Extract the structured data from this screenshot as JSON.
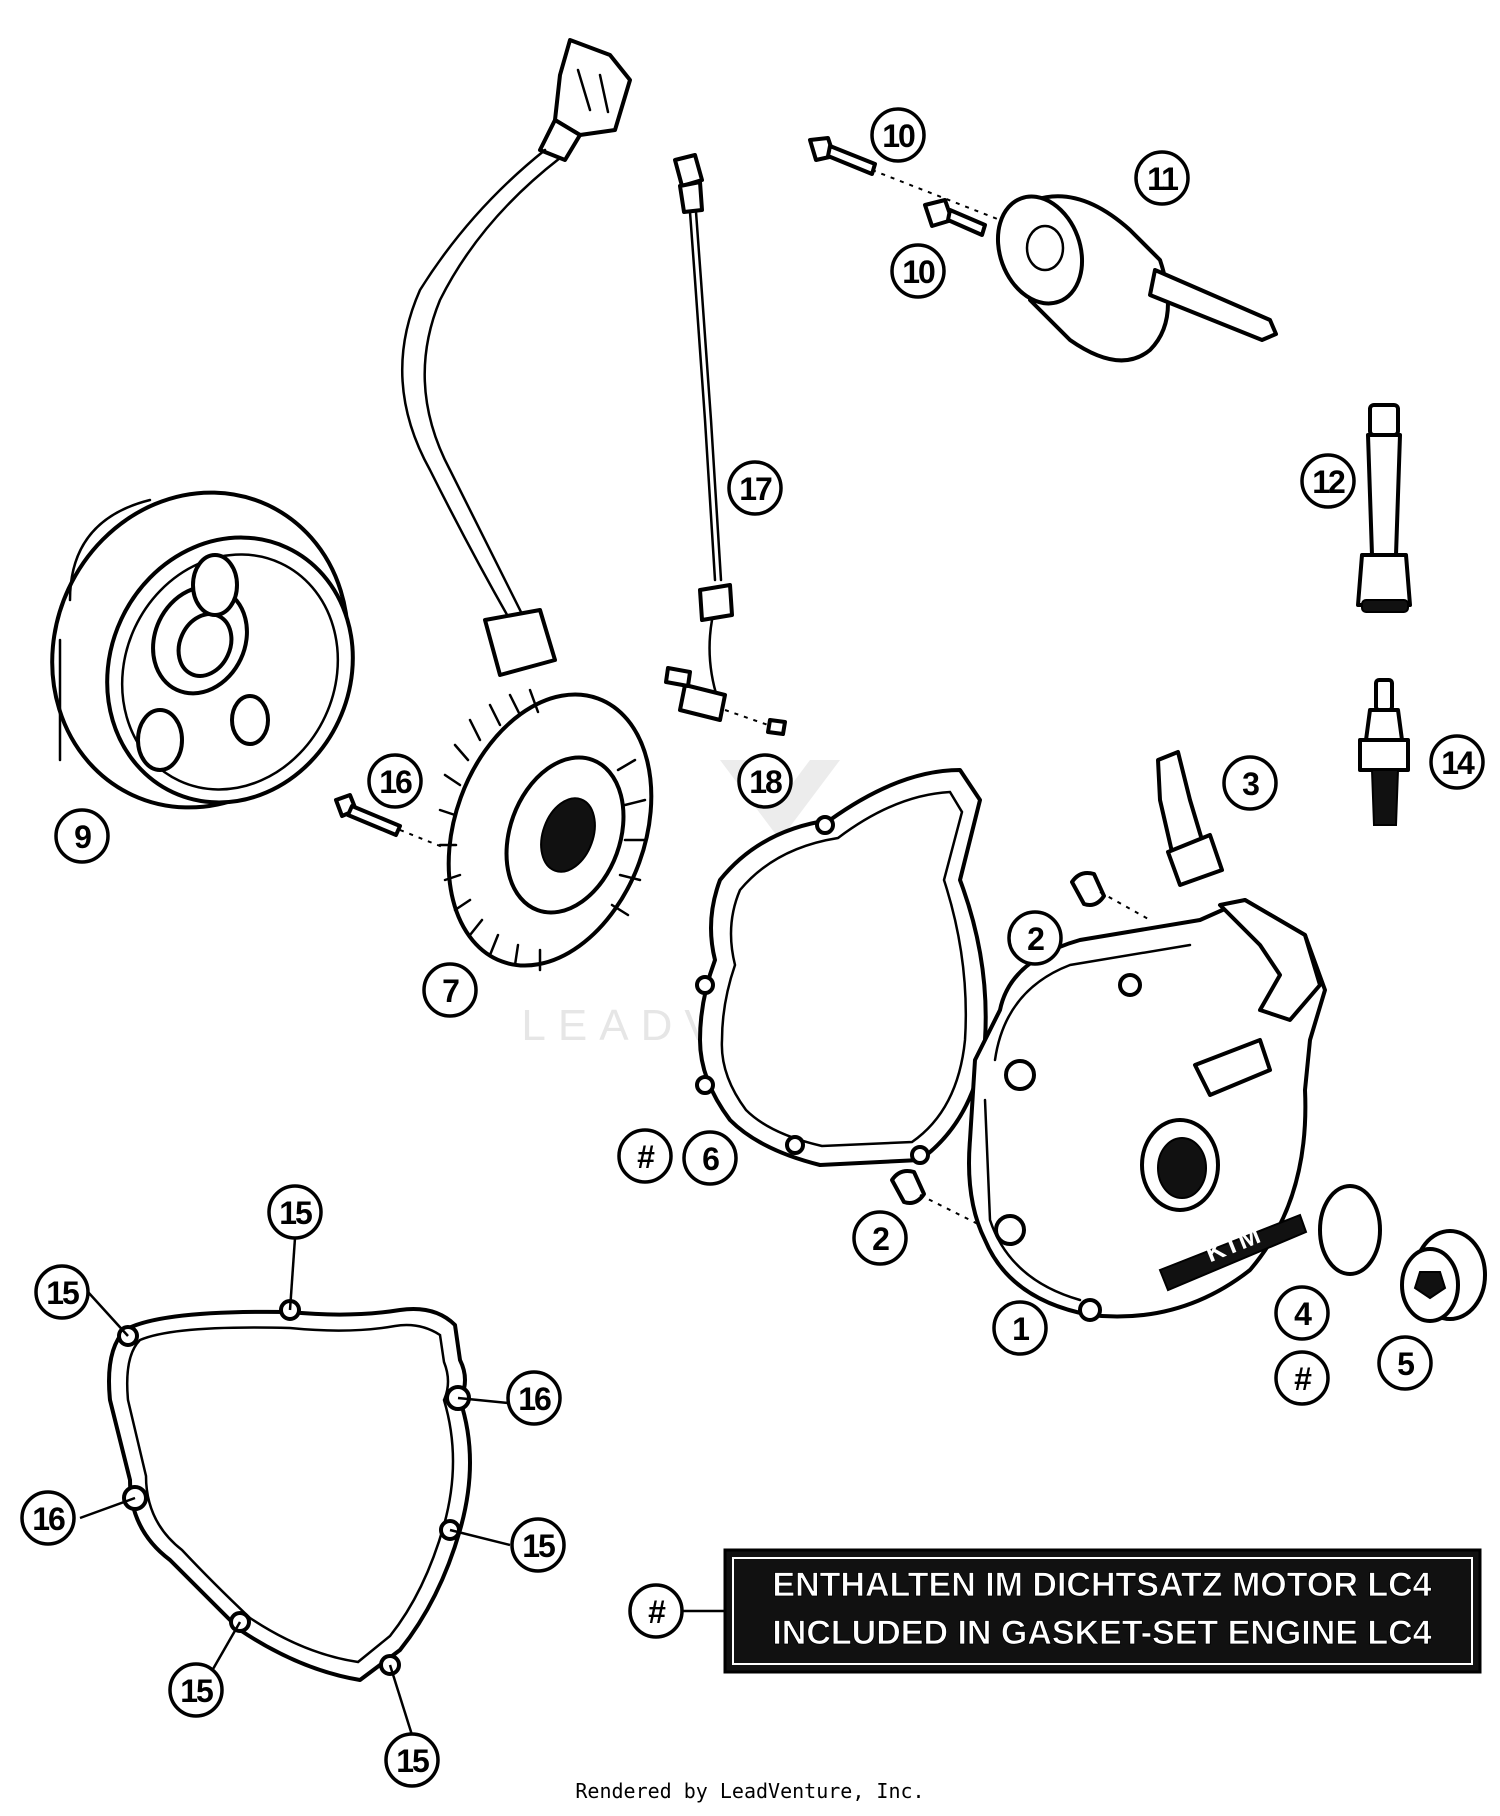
{
  "callouts": [
    {
      "label": "1"
    },
    {
      "label": "2"
    },
    {
      "label": "2"
    },
    {
      "label": "3"
    },
    {
      "label": "4"
    },
    {
      "label": "#"
    },
    {
      "label": "5"
    },
    {
      "label": "#"
    },
    {
      "label": "6"
    },
    {
      "label": "7"
    },
    {
      "label": "9"
    },
    {
      "label": "10"
    },
    {
      "label": "10"
    },
    {
      "label": "11"
    },
    {
      "label": "12"
    },
    {
      "label": "14"
    },
    {
      "label": "16"
    },
    {
      "label": "17"
    },
    {
      "label": "18"
    },
    {
      "label": "15"
    },
    {
      "label": "15"
    },
    {
      "label": "16"
    },
    {
      "label": "16"
    },
    {
      "label": "15"
    },
    {
      "label": "15"
    },
    {
      "label": "15"
    },
    {
      "label": "#"
    }
  ],
  "legend": {
    "line1": "ENTHALTEN IM DICHTSATZ MOTOR LC4",
    "line2": "INCLUDED IN GASKET-SET ENGINE LC4"
  },
  "cover_logo": "KTM",
  "watermark": "LEADVENTURE",
  "footer": "Rendered by LeadVenture, Inc."
}
